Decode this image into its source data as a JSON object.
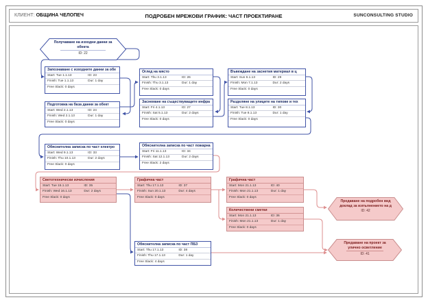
{
  "header": {
    "client_label": "КЛИЕНТ:",
    "client_name": "ОБЩИНА ЧЕЛОПЕЧ",
    "title": "ПОДРОБЕН МРЕЖОВИ ГРАФИК: ЧАСТ ПРОЕКТИРАНЕ",
    "studio": "SUNCONSULTING STUDIO"
  },
  "colors": {
    "normal_border": "#4053a6",
    "normal_link": "#4053a6",
    "critical_fill": "#f5caca",
    "critical_border": "#c98c8c",
    "critical_link": "#de8f8f"
  },
  "nodes": {
    "m22": {
      "title": "Получаване на изходни данни за обекта",
      "id": "ID: 22"
    },
    "t23": {
      "title": "Запознаване с изходните данни за обе",
      "start": "Start: Tue 1.1.13",
      "id": "ID: 23",
      "finish": "Finish: Tue 1.1.13",
      "dur": "Dur: 1 day",
      "slack": "Free Slack: 0 days"
    },
    "t26": {
      "title": "Оглед на място",
      "start": "Start: Thu 3.1.13",
      "id": "ID: 26",
      "finish": "Finish: Thu 3.1.13",
      "dur": "Dur: 1 day",
      "slack": "Free Slack: 0 days"
    },
    "t29": {
      "title": "Въвеждане на заснетия материал в ц",
      "start": "Start: Sun 6.1.13",
      "id": "ID: 29",
      "finish": "Finish: Mon 7.1.13",
      "dur": "Dur: 2 days",
      "slack": "Free Slack: 0 days"
    },
    "t24": {
      "title": "Подготовка на база данни за обект",
      "start": "Start: Wed 2.1.13",
      "id": "ID: 24",
      "finish": "Finish: Wed 2.1.13",
      "dur": "Dur: 1 day",
      "slack": "Free Slack: 0 days"
    },
    "t27": {
      "title": "Заснемане на съществуващите инфра",
      "start": "Start: Fri 4.1.13",
      "id": "ID: 27",
      "finish": "Finish: Sat 5.1.13",
      "dur": "Dur: 2 days",
      "slack": "Free Slack: 0 days"
    },
    "t30": {
      "title": "Разделяне на улиците на типове и тех",
      "start": "Start: Tue 8.1.13",
      "id": "ID: 30",
      "finish": "Finish: Tue 8.1.13",
      "dur": "Dur: 1 day",
      "slack": "Free Slack: 0 days"
    },
    "t33": {
      "title": "Обяснителна записка по част електро",
      "start": "Start: Wed 9.1.13",
      "id": "ID: 33",
      "finish": "Finish: Thu 10.1.13",
      "dur": "Dur: 2 days",
      "slack": "Free Slack: 0 days"
    },
    "t34": {
      "title": "Обяснителна записка по част пожарна",
      "start": "Start: Fri 11.1.13",
      "id": "ID: 34",
      "finish": "Finish: Sat 12.1.13",
      "dur": "Dur: 2 days",
      "slack": "Free Slack: 2 days"
    },
    "t35": {
      "title": "Светотехнически изчисления",
      "start": "Start: Tue 15.1.13",
      "id": "ID: 35",
      "finish": "Finish: Wed 16.1.13",
      "dur": "Dur: 2 days",
      "slack": "Free Slack: 0 days"
    },
    "t37": {
      "title": "Графична част",
      "start": "Start: Thu 17.1.13",
      "id": "ID: 37",
      "finish": "Finish: Sun 20.1.13",
      "dur": "Dur: 4 days",
      "slack": "Free Slack: 0 days"
    },
    "t40": {
      "title": "Графична част",
      "start": "Start: Mon 21.1.13",
      "id": "ID: 40",
      "finish": "Finish: Mon 21.1.13",
      "dur": "Dur: 1 day",
      "slack": "Free Slack: 0 days"
    },
    "t36": {
      "title": "Количествени сметки",
      "start": "Start: Mon 21.1.13",
      "id": "ID: 36",
      "finish": "Finish: Mon 21.1.13",
      "dur": "Dur: 1 day",
      "slack": "Free Slack: 0 days"
    },
    "t38": {
      "title": "Обяснителна записка по част ПБЗ",
      "start": "Start: Thu 17.1.13",
      "id": "ID: 38",
      "finish": "Finish: Thu 17.1.13",
      "dur": "Dur: 1 day",
      "slack": "Free Slack: 4 days"
    },
    "m42": {
      "title": "Предаване на подробен вид доклад за изпълнението на д",
      "id": "ID: 42"
    },
    "m41": {
      "title": "Предаване на проект за улично осветление",
      "id": "ID: 41"
    }
  }
}
